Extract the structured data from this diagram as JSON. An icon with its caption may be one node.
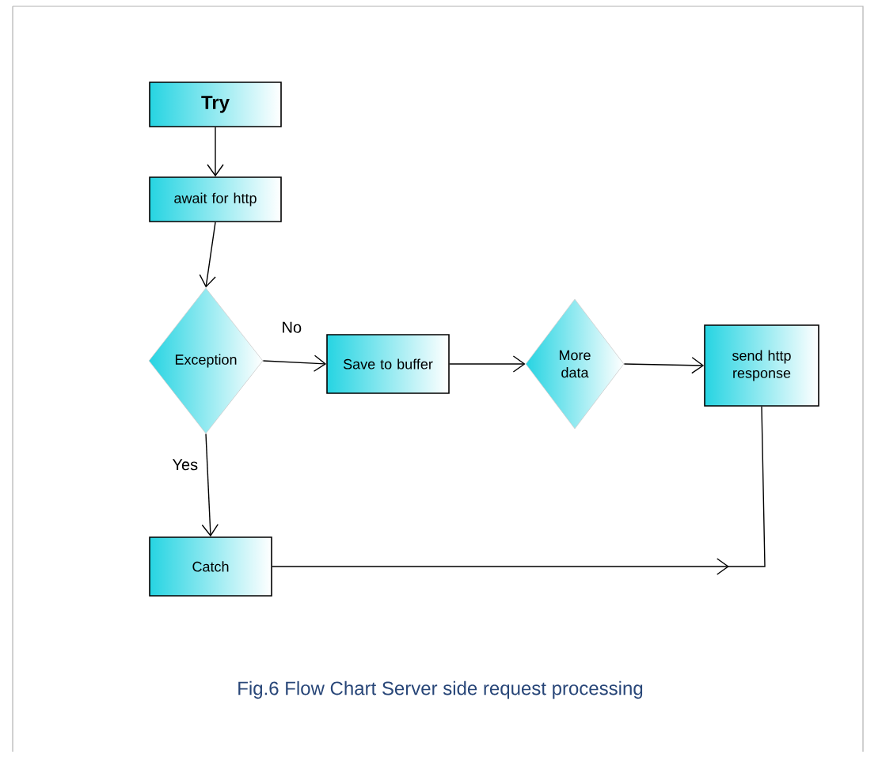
{
  "diagram": {
    "caption": "Fig.6  Flow Chart Server side request processing",
    "nodes": [
      {
        "text": [
          "Try"
        ]
      },
      {
        "text": [
          "await for http"
        ]
      },
      {
        "text": [
          "Exception"
        ]
      },
      {
        "text": [
          "Save to buffer"
        ]
      },
      {
        "text": [
          "More data"
        ]
      },
      {
        "text": [
          "send http response"
        ]
      },
      {
        "text": [
          "Catch"
        ]
      }
    ],
    "edges": [
      {
        "from": 0,
        "to": 1,
        "arrow": "to"
      },
      {
        "from": 1,
        "to": 2,
        "arrow": "to"
      },
      {
        "from": 2,
        "to": 3,
        "arrow": "to",
        "label": "No"
      },
      {
        "from": 3,
        "to": 4,
        "arrow": "to"
      },
      {
        "from": 4,
        "to": 5,
        "arrow": "to"
      },
      {
        "from": 2,
        "to": 6,
        "arrow": "to",
        "label": "Yes"
      },
      {
        "from": 6,
        "to": 5,
        "arrow": "to"
      }
    ]
  }
}
